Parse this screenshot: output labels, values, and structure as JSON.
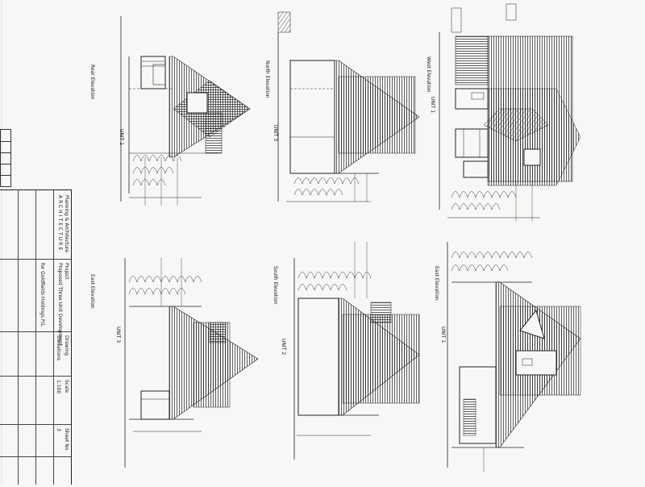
{
  "drawings": {
    "rear": {
      "title": "Rear Elevation",
      "unit": "UNIT 1"
    },
    "north": {
      "title": "North Elevation",
      "unit": "UNIT 3"
    },
    "west": {
      "title": "West Elevation",
      "unit": "UNIT 1"
    },
    "east_left": {
      "title": "East Elevation",
      "unit": "UNIT 3"
    },
    "south": {
      "title": "South Elevation",
      "unit": "UNIT 2"
    },
    "east_right": {
      "title": "East Elevation",
      "unit": "UNIT 1"
    }
  },
  "title_block": {
    "firm": "Planning & Architecture",
    "firm_line2": "ARCHITECTURE",
    "project_label": "Project",
    "project": "Proposed Three Unit Development",
    "drawing_label": "Drawing",
    "drawing": "Elevations",
    "scale_label": "Scale",
    "scale": "1:100",
    "sheet_label": "Sheet No",
    "sheet": "3",
    "client": "for Goldfields Holdings P/L"
  },
  "colors": {
    "ink": "#1a1a1a",
    "paper": "#f7f7f5"
  }
}
